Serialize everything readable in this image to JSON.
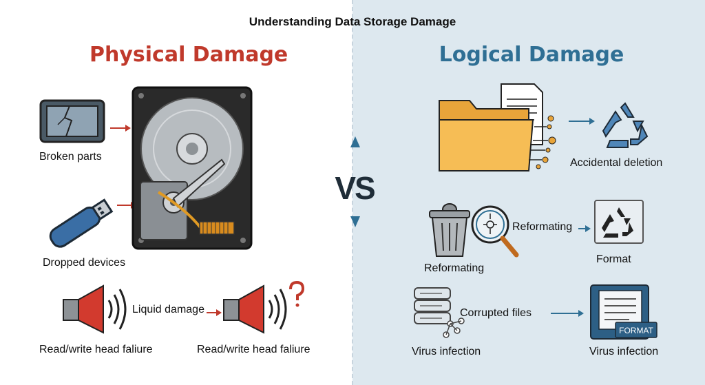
{
  "title": "Understanding Data Storage Damage",
  "vs_label": "VS",
  "physical": {
    "heading": "Physical Damage",
    "items": {
      "broken_parts": "Broken parts",
      "dropped_devices": "Dropped devices",
      "liquid_damage": "Liquid damage",
      "head_failure_1": "Read/write head faliure",
      "head_failure_2": "Read/write head faliure"
    }
  },
  "logical": {
    "heading": "Logical Damage",
    "items": {
      "accidental_deletion": "Accidental deletion",
      "reformatting_top": "Reformating",
      "reformatting_bottom": "Reformating",
      "format": "Format",
      "corrupted_files": "Corrupted files",
      "virus_infection_left": "Virus infection",
      "virus_infection_right": "Virus infection",
      "format_badge": "FORMAT"
    }
  },
  "colors": {
    "physical_accent": "#c0392b",
    "logical_accent": "#2f6f94",
    "right_background": "#dde8ef"
  }
}
